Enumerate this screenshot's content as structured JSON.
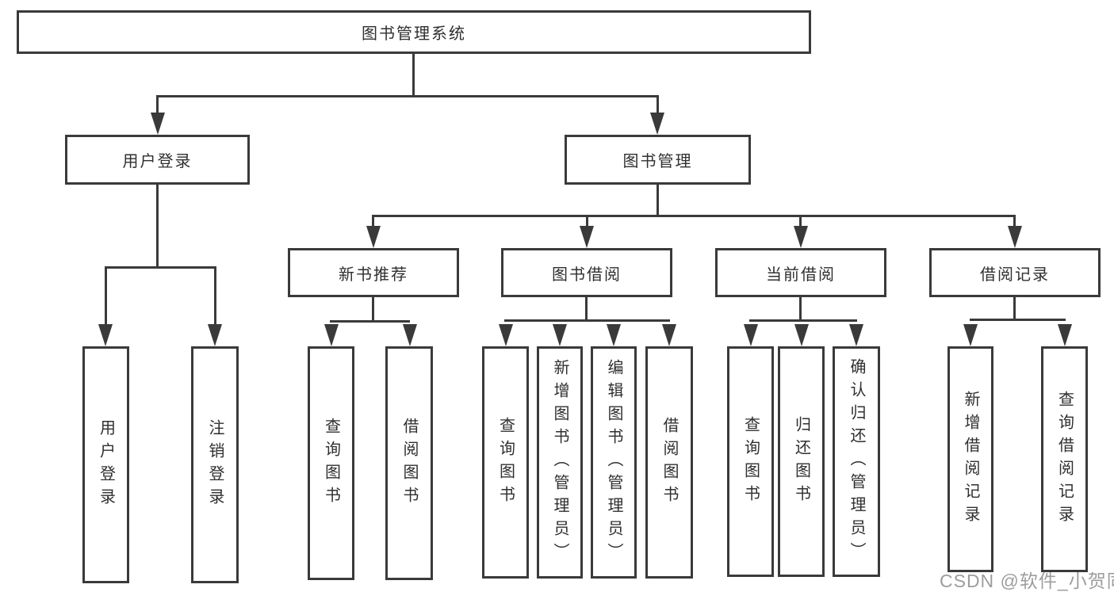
{
  "tree": {
    "root": {
      "label": "图书管理系统"
    },
    "user_login": {
      "label": "用户登录",
      "children": [
        "用户登录",
        "注销登录"
      ]
    },
    "book_mgmt": {
      "label": "图书管理"
    },
    "new_books": {
      "label": "新书推荐",
      "children": [
        "查询图书",
        "借阅图书"
      ]
    },
    "book_borrow": {
      "label": "图书借阅",
      "children": [
        "查询图书",
        "新增图书（管理员）",
        "编辑图书（管理员）",
        "借阅图书"
      ]
    },
    "current_borrow": {
      "label": "当前借阅",
      "children": [
        "查询图书",
        "归还图书",
        "确认归还（管理员）"
      ]
    },
    "borrow_records": {
      "label": "借阅记录",
      "children": [
        "新增借阅记录",
        "查询借阅记录"
      ]
    }
  },
  "watermark": "CSDN @软件_小贺同学",
  "colors": {
    "line": "#3a3a3a",
    "text": "#2f2f2f",
    "watermark": "#9d9d9d",
    "background": "#ffffff"
  }
}
